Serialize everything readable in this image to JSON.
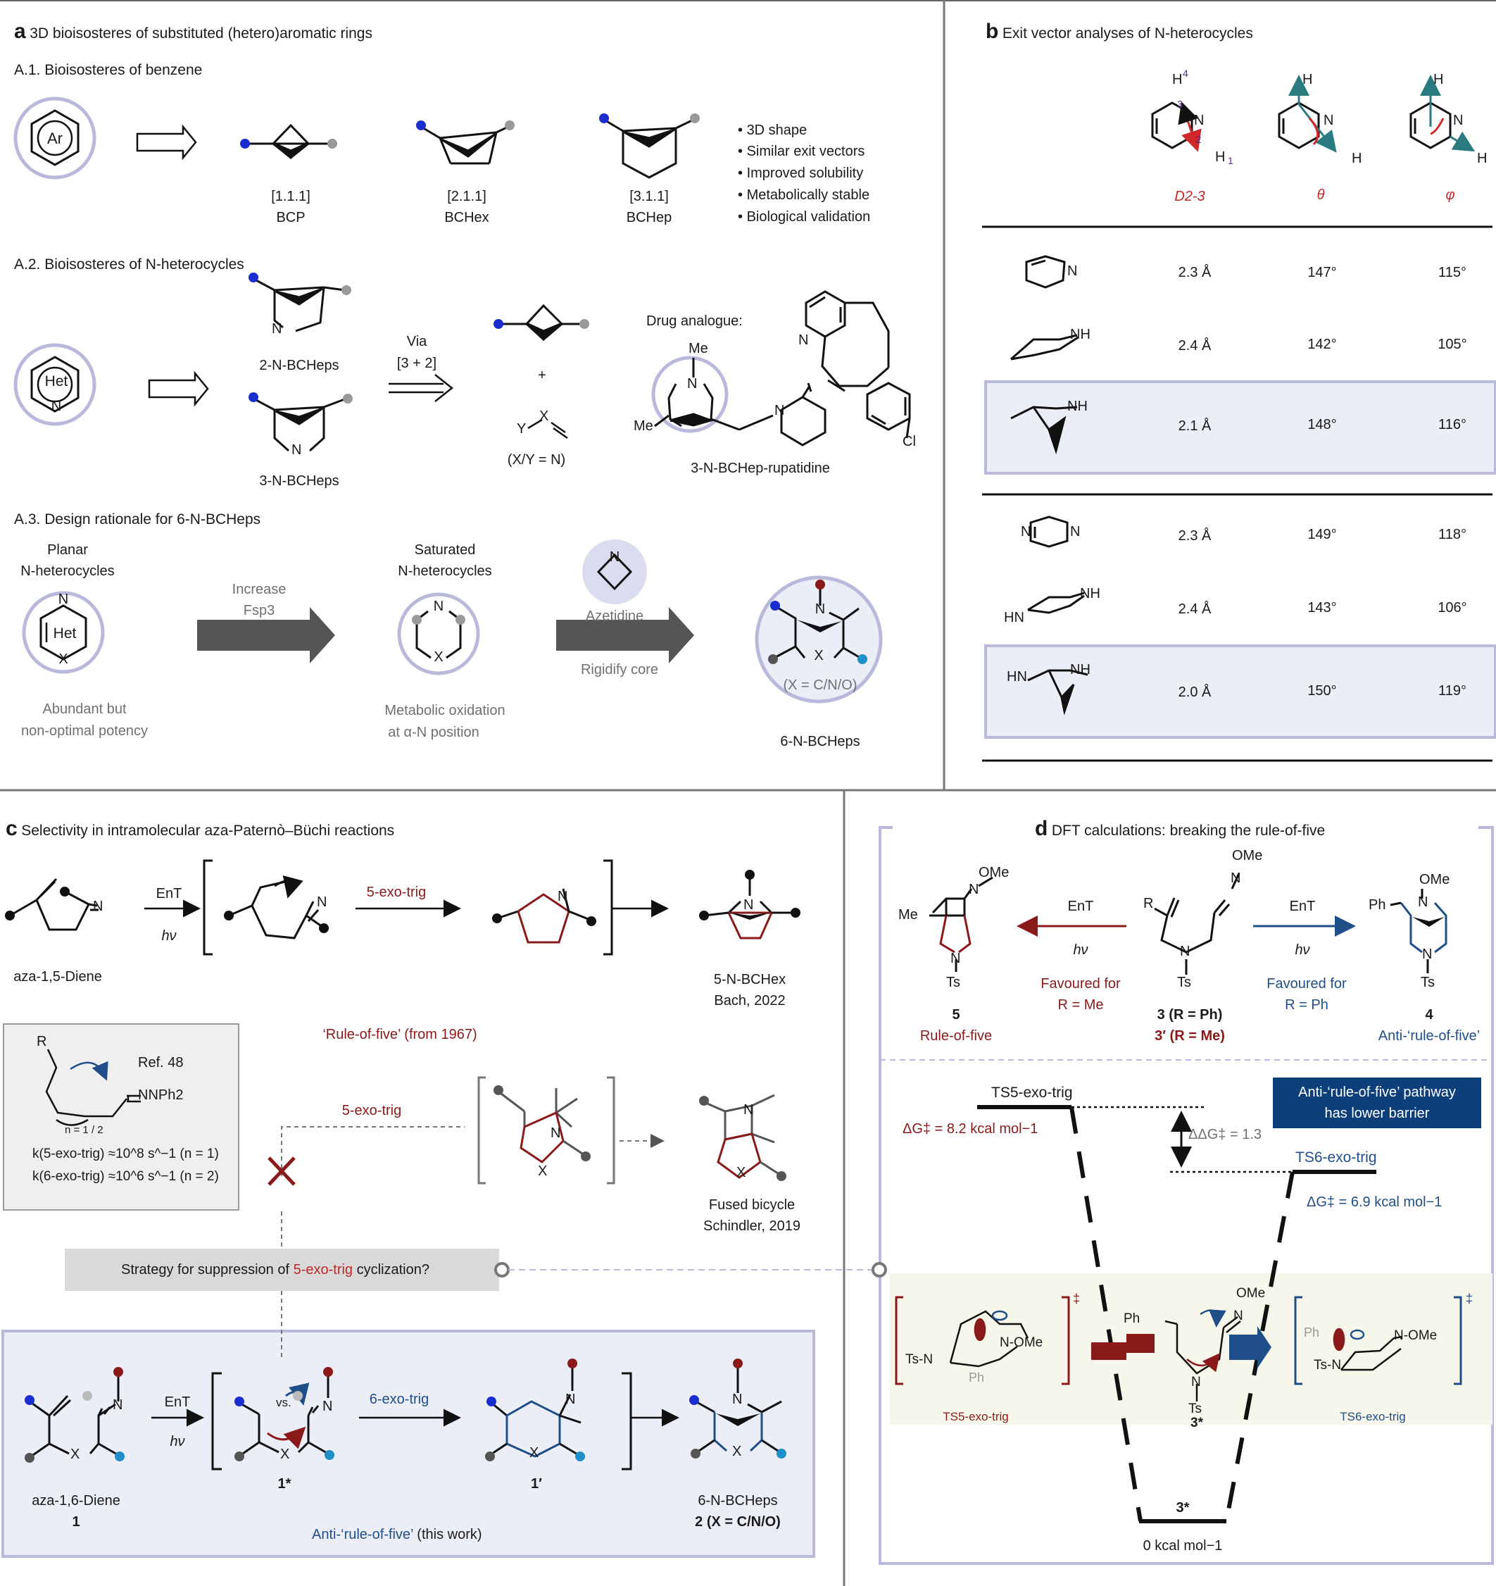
{
  "panel_a": {
    "letter": "a",
    "title": "3D bioisosteres of substituted (hetero)aromatic rings",
    "a1": {
      "title": "A.1. Bioisosteres of benzene",
      "ring_label": "Ar",
      "items": [
        {
          "code": "[1.1.1]",
          "name": "BCP"
        },
        {
          "code": "[2.1.1]",
          "name": "BCHex"
        },
        {
          "code": "[3.1.1]",
          "name": "BCHep"
        }
      ],
      "bullets": [
        "3D shape",
        "Similar exit vectors",
        "Improved solubility",
        "Metabolically stable",
        "Biological validation"
      ]
    },
    "a2": {
      "title": "A.2. Bioisosteres of N-heterocycles",
      "ring_label": "Het",
      "ring_n": "N",
      "label_2n": "2-N-BCHeps",
      "label_3n": "3-N-BCHeps",
      "via": "Via",
      "via_reaction": "[3 + 2]",
      "plus": "+",
      "xy_x": "X",
      "xy_y": "Y",
      "xy_note": "(X/Y = N)",
      "drug_title": "Drug analogue:",
      "drug_name": "3-N-BCHep-rupatidine",
      "atom_me1": "Me",
      "atom_me2": "Me",
      "atom_n": "N",
      "atom_cl": "Cl"
    },
    "a3": {
      "title": "A.3. Design rationale for 6-N-BCHeps",
      "planar_line1": "Planar",
      "planar_line2": "N-heterocycles",
      "planar_ring": "Het",
      "planar_n": "N",
      "planar_x": "X",
      "planar_note1": "Abundant but",
      "planar_note2": "non-optimal potency",
      "arrow1_line1": "Increase",
      "arrow1_line2": "Fsp3",
      "saturated_line1": "Saturated",
      "saturated_line2": "N-heterocycles",
      "saturated_note1": "Metabolic oxidation",
      "saturated_note2": "at α-N position",
      "azetidine": "Azetidine",
      "arrow2_label": "Rigidify core",
      "product_x": "(X = C/N/O)",
      "product_name": "6-N-BCHeps",
      "atom_n": "N",
      "atom_x": "X"
    }
  },
  "panel_b": {
    "letter": "b",
    "title": "Exit vector analyses of N-heterocycles",
    "headers": [
      "D2-3",
      "θ",
      "φ"
    ],
    "rows": [
      {
        "d": "2.3 Å",
        "theta": "147°",
        "phi": "115°",
        "label": "N",
        "highlight": false
      },
      {
        "d": "2.4 Å",
        "theta": "142°",
        "phi": "105°",
        "label": "NH",
        "highlight": false
      },
      {
        "d": "2.1 Å",
        "theta": "148°",
        "phi": "116°",
        "label": "NH",
        "highlight": true
      },
      {
        "d": "2.3 Å",
        "theta": "149°",
        "phi": "118°",
        "label": "N",
        "highlight": false
      },
      {
        "d": "2.4 Å",
        "theta": "143°",
        "phi": "106°",
        "label": "NH",
        "highlight": false
      },
      {
        "d": "2.0 Å",
        "theta": "150°",
        "phi": "119°",
        "label": "NH",
        "highlight": true
      }
    ],
    "atoms": {
      "h4": "H",
      "n4": "4",
      "h1": "H",
      "n1": "1",
      "n3": "3",
      "n2": "2",
      "n": "N",
      "h": "H"
    }
  },
  "panel_c": {
    "letter": "c",
    "title": "Selectivity in intramolecular aza-Paternò–Büchi reactions",
    "ent": "EnT",
    "hv": "hν",
    "diene15": "aza-1,5-Diene",
    "exo5": "5-exo-trig",
    "bchex_name": "5-N-BCHex",
    "bchex_ref": "Bach, 2022",
    "rule_of_five": "‘Rule-of-five’ (from 1967)",
    "ref_box": {
      "r": "R",
      "ref": "Ref. 48",
      "nnph2": "NNPh2",
      "n_label": "n = 1 / 2",
      "k5": "k(5-exo-trig) ≈10^8 s^−1 (n = 1)",
      "k6": "k(6-exo-trig) ≈10^6 s^−1 (n = 2)"
    },
    "fused_name": "Fused bicycle",
    "fused_ref": "Schindler, 2019",
    "strategy_pre": "Strategy for suppression of ",
    "strategy_hl": "5-exo-trig",
    "strategy_post": " cyclization?",
    "bottom": {
      "diene16": "aza-1,6-Diene",
      "diene16_num": "1",
      "star_label": "1*",
      "prime_label": "1′",
      "exo6": "6-exo-trig",
      "vs": "vs.",
      "product": "6-N-BCHeps",
      "product_num": "2 (X = C/N/O)",
      "anti_rule": "Anti-‘rule-of-five’",
      "this_work": " (this work)",
      "x": "X",
      "n": "N"
    }
  },
  "panel_d": {
    "letter": "d",
    "title": "DFT calculations: breaking the rule-of-five",
    "ent": "EnT",
    "hv": "hν",
    "left_fav": [
      "Favoured for",
      "R = Me"
    ],
    "right_fav": [
      "Favoured for",
      "R = Ph"
    ],
    "c5_num": "5",
    "c5_name": "Rule-of-five",
    "c3_a": "3 (R = Ph)",
    "c3_b": "3′ (R = Me)",
    "c4_num": "4",
    "c4_name": "Anti-‘rule-of-five’",
    "atoms": {
      "ome": "OMe",
      "me": "Me",
      "n": "N",
      "ts": "Ts",
      "ph": "Ph",
      "r": "R"
    },
    "ts5": "TS5-exo-trig",
    "ts5_dg": "ΔG‡ = 8.2 kcal mol−1",
    "ts6": "TS6-exo-trig",
    "ts6_dg": "ΔG‡ = 6.9 kcal mol−1",
    "ddg": "ΔΔG‡ = 1.3",
    "callout": [
      "Anti-‘rule-of-five’ pathway",
      "has lower barrier"
    ],
    "ground": "3*",
    "zero": "0 kcal mol−1",
    "ts_box": {
      "left_label": "TS5-exo-trig",
      "mid_label": "3*",
      "right_label": "TS6-exo-trig",
      "ts_n": "Ts-N",
      "n_ome": "N-OMe",
      "ph": "Ph",
      "ome": "OMe",
      "n": "N",
      "ts": "Ts",
      "dagger": "‡"
    }
  },
  "colors": {
    "dark_red": "#8a1a1a",
    "blue": "#1f4e89",
    "highlight": "#eceef7",
    "border": "#b9b9dc",
    "dark_blue_box": "#0d3f7a"
  }
}
